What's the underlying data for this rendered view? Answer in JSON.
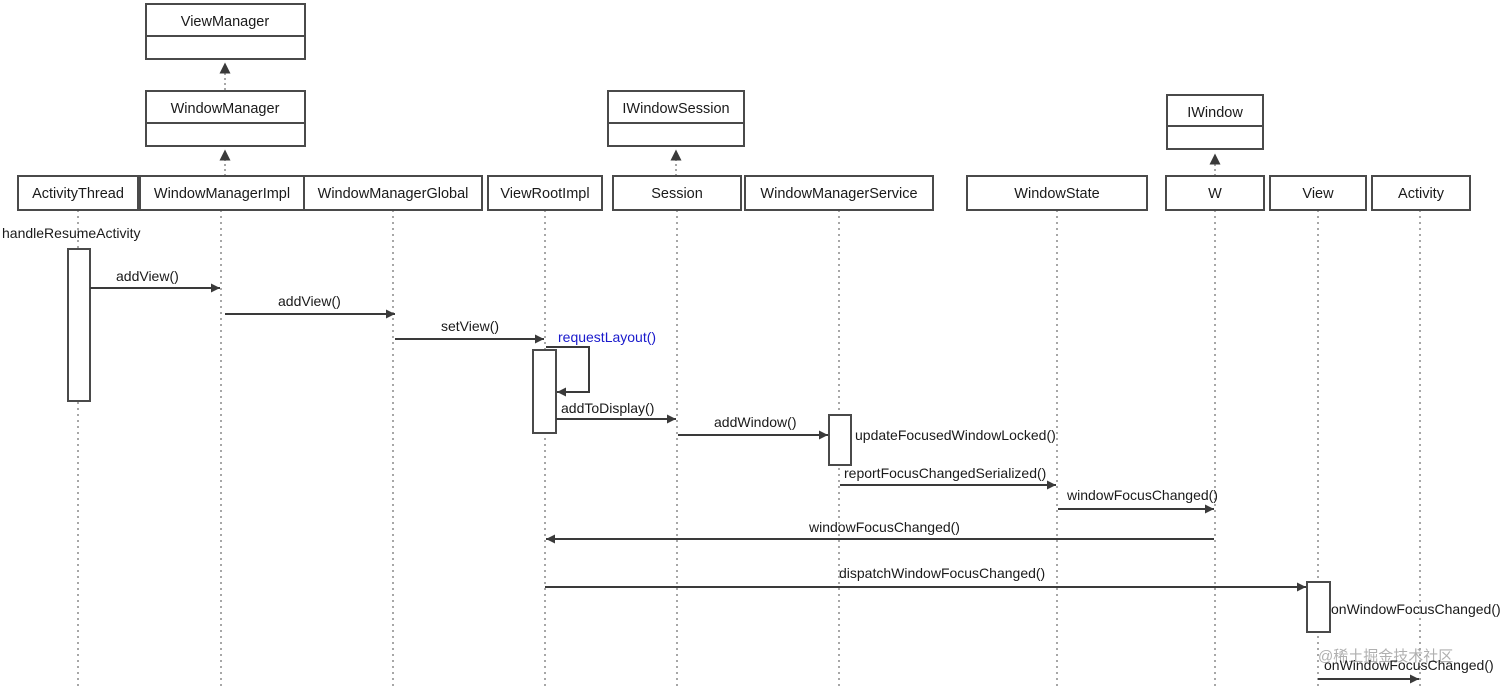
{
  "interfaces": {
    "view_manager": "ViewManager",
    "window_manager": "WindowManager",
    "iwindow_session": "IWindowSession",
    "iwindow": "IWindow"
  },
  "participants": [
    "ActivityThread",
    "WindowManagerImpl",
    "WindowManagerGlobal",
    "ViewRootImpl",
    "Session",
    "WindowManagerService",
    "WindowState",
    "W",
    "View",
    "Activity"
  ],
  "messages": {
    "handle_resume": "handleResumeActivity",
    "add_view_1": "addView()",
    "add_view_2": "addView()",
    "set_view": "setView()",
    "request_layout": "requestLayout()",
    "add_to_display": "addToDisplay()",
    "add_window": "addWindow()",
    "update_focused": "updateFocusedWindowLocked()",
    "report_focus": "reportFocusChangedSerialized()",
    "window_focus_changed_w": "windowFocusChanged()",
    "window_focus_changed_vri": "windowFocusChanged()",
    "dispatch_focus": "dispatchWindowFocusChanged()",
    "on_focus_view": "onWindowFocusChanged()",
    "on_focus_activity": "onWindowFocusChanged()"
  },
  "colors": {
    "highlight": "#1a1acc"
  },
  "watermark": "@稀土掘金技术社区"
}
